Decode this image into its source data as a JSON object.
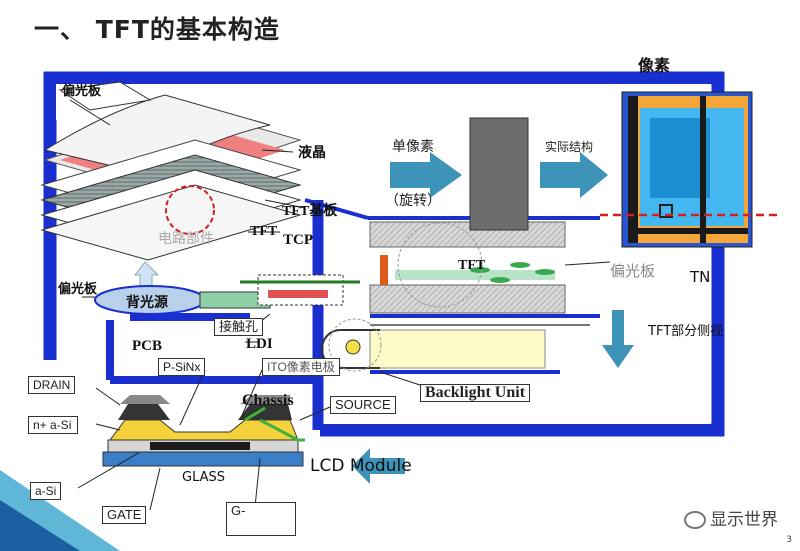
{
  "title": "一、 TFT的基本构造",
  "labels": {
    "pixel": "像素",
    "polarizer_top": "偏光板",
    "liquid_crystal": "液晶",
    "single_pixel": "单像素",
    "rotate": "（旋转）",
    "actual_structure": "实际结构",
    "tft_substrate": "TFT基板",
    "circuit_parts": "电路部件",
    "tft": "TFT",
    "tcp": "TCP",
    "polarizer_bottom": "偏光板",
    "backlight": "背光源",
    "pcb": "PCB",
    "contact_hole": "接触孔",
    "ldi": "LDI",
    "tft_center": "TFT",
    "polarizer_right": "偏光板",
    "tn": "TN",
    "tft_side_view": "TFT部分侧视",
    "backlight_unit": "Backlight Unit",
    "drain": "DRAIN",
    "n_si": "n+ a-Si",
    "p_sinx": "P-SiNx",
    "ito": "ITO像素电极",
    "chassis": "Chassis",
    "source": "SOURCE",
    "glass": "GLASS",
    "a_si": "a-Si",
    "gate": "GATE",
    "g_label": "G-",
    "lcd_module": "LCD Module"
  },
  "watermark": "显示世界",
  "page_number": "3"
}
